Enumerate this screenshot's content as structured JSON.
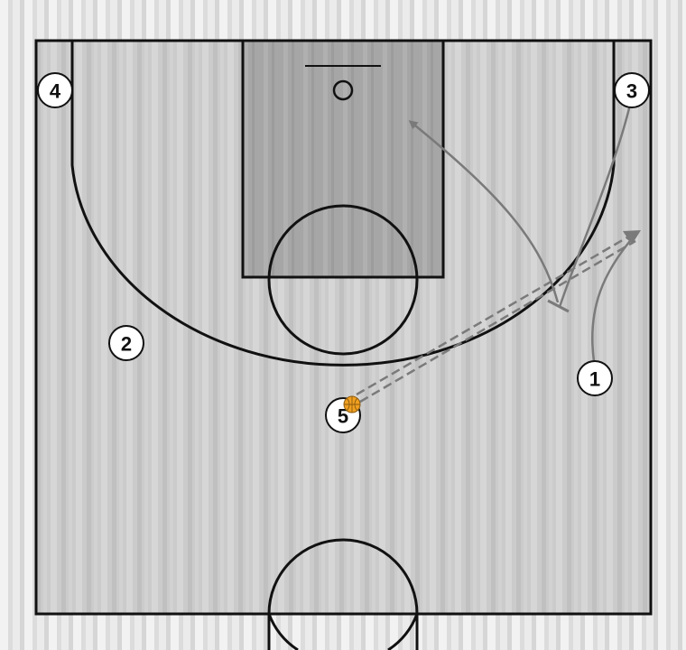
{
  "diagram": {
    "players": [
      {
        "id": "p1",
        "label": "1"
      },
      {
        "id": "p2",
        "label": "2"
      },
      {
        "id": "p3",
        "label": "3"
      },
      {
        "id": "p4",
        "label": "4"
      },
      {
        "id": "p5",
        "label": "5"
      }
    ],
    "ball_handler": "5",
    "actions": [
      {
        "type": "pass",
        "from": "5",
        "to": "1",
        "style": "dashed"
      },
      {
        "type": "cut",
        "player": "1",
        "style": "solid"
      },
      {
        "type": "cut",
        "player": "3",
        "style": "solid-screen"
      }
    ],
    "colors": {
      "court_line": "#111111",
      "paint": "#a8a8a8",
      "court_floor": "#c9c9c9",
      "movement_line": "#7a7a7a",
      "ball": "#f0a020"
    }
  }
}
